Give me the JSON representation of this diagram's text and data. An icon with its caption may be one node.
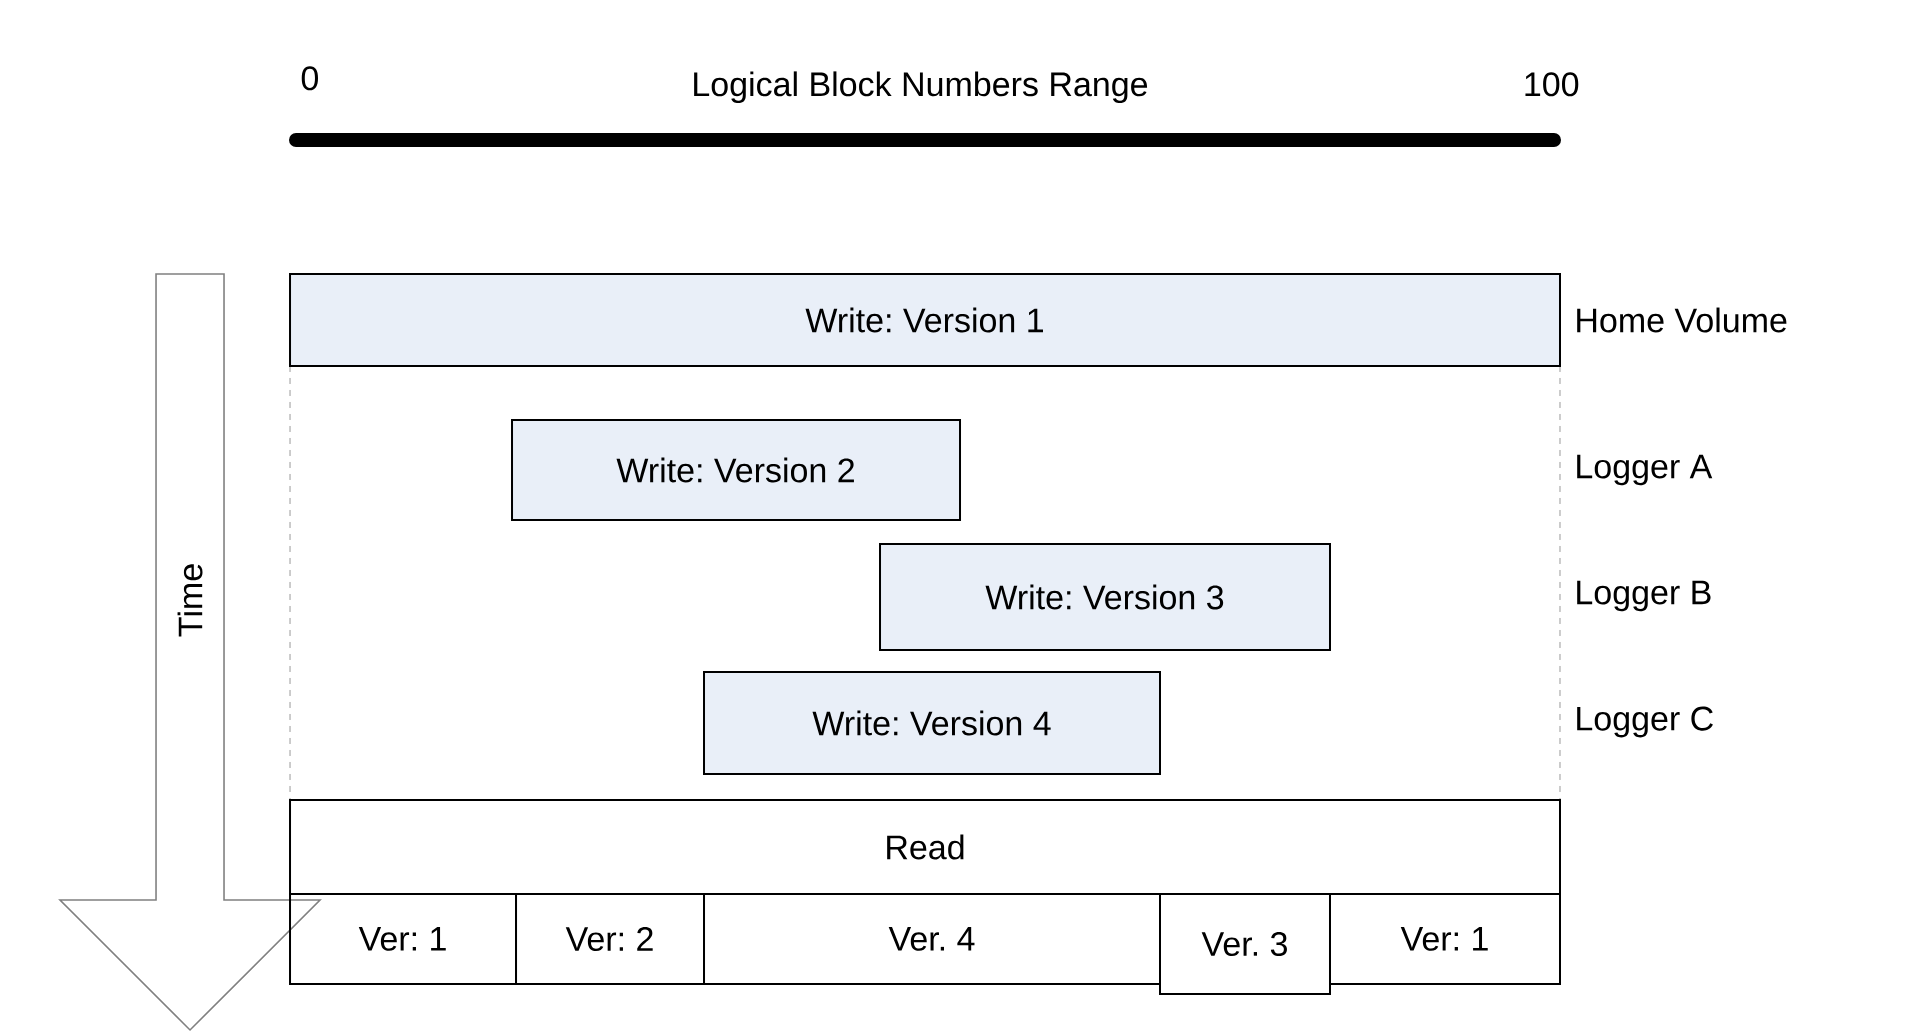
{
  "diagram": {
    "nodes": [
      {
        "text": [
          "Write: Version 1"
        ],
        "beside": [
          "Home Volume"
        ]
      },
      {
        "text": [
          "Write: Version 2"
        ]
      },
      {
        "text": [
          "Write: Version 3"
        ]
      },
      {
        "text": [
          "Write: Version 4"
        ]
      },
      {
        "text": [
          "Read"
        ]
      },
      {
        "text": [
          "Ver: 1"
        ]
      },
      {
        "text": [
          "Ver: 2"
        ]
      },
      {
        "text": [
          "Ver. 4"
        ]
      },
      {
        "text": [
          "Ver. 3"
        ]
      },
      {
        "text": [
          "Ver: 1"
        ]
      }
    ],
    "labels": [
      "0",
      "Logical Block Numbers Range",
      "100",
      "Logger A",
      "Logger B",
      "Logger C",
      "Time"
    ]
  }
}
